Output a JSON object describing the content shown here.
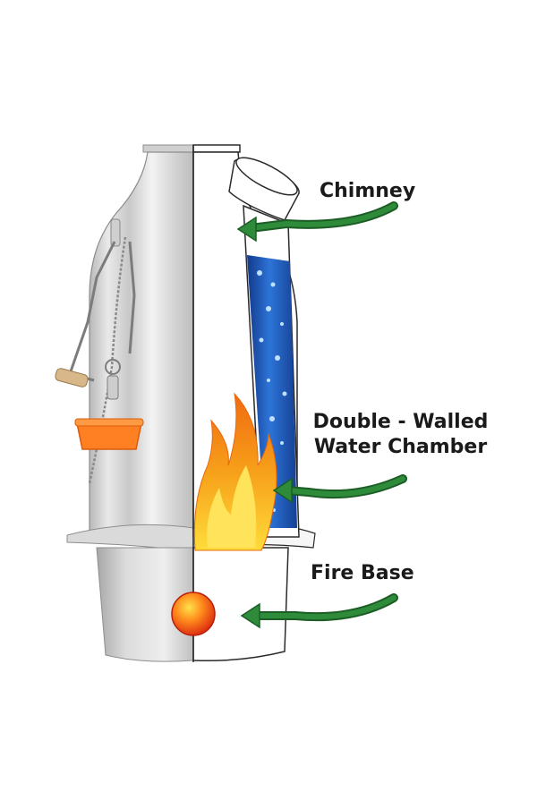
{
  "diagram": {
    "labels": {
      "chimney": "Chimney",
      "chamber_line1": "Double - Walled",
      "chamber_line2": "Water Chamber",
      "fire_base": "Fire Base"
    },
    "colors": {
      "arrow": "#2e8b3a",
      "arrow_outline": "#1d5e26",
      "steel_light": "#f1f1f1",
      "steel_dark": "#a9a9a9",
      "water": "#1f5fc2",
      "flame_outer": "#f5a31a",
      "flame_inner": "#ffe36a",
      "fire_ball": "#e8391c",
      "cork": "#ff7a1a"
    }
  }
}
